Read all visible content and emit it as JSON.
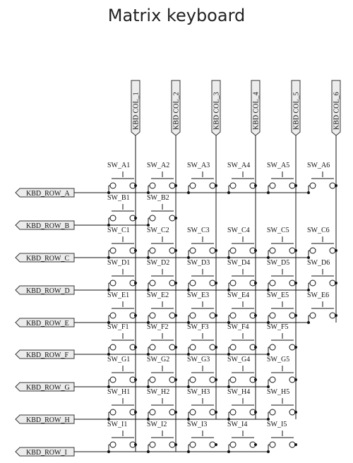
{
  "title": "Matrix keyboard",
  "columns": [
    "KBD COL_1",
    "KBD COL_2",
    "KBD COL_3",
    "KBD COL_4",
    "KBD COL_5",
    "KBD COL_6"
  ],
  "rows": [
    "KBD_ROW_A",
    "KBD_ROW_B",
    "KBD_ROW_C",
    "KBD_ROW_D",
    "KBD_ROW_E",
    "KBD_ROW_F",
    "KBD_ROW_G",
    "KBD_ROW_H",
    "KBD_ROW_I"
  ],
  "switches": [
    [
      "SW_A1",
      "SW_A2",
      "SW_A3",
      "SW_A4",
      "SW_A5",
      "SW_A6"
    ],
    [
      "SW_B1",
      "SW_B2"
    ],
    [
      "SW_C1",
      "SW_C2",
      "SW_C3",
      "SW_C4",
      "SW_C5",
      "SW_C6"
    ],
    [
      "SW_D1",
      "SW_D2",
      "SW_D3",
      "SW_D4",
      "SW_D5",
      "SW_D6"
    ],
    [
      "SW_E1",
      "SW_E2",
      "SW_E3",
      "SW_E4",
      "SW_E5",
      "SW_E6"
    ],
    [
      "SW_F1",
      "SW_F2",
      "SW_F3",
      "SW_F4",
      "SW_F5"
    ],
    [
      "SW_G1",
      "SW_G2",
      "SW_G3",
      "SW_G4",
      "SW_G5"
    ],
    [
      "SW_H1",
      "SW_H2",
      "SW_H3",
      "SW_H4",
      "SW_H5"
    ],
    [
      "SW_I1",
      "SW_I2",
      "SW_I3",
      "SW_I4",
      "SW_I5"
    ]
  ]
}
